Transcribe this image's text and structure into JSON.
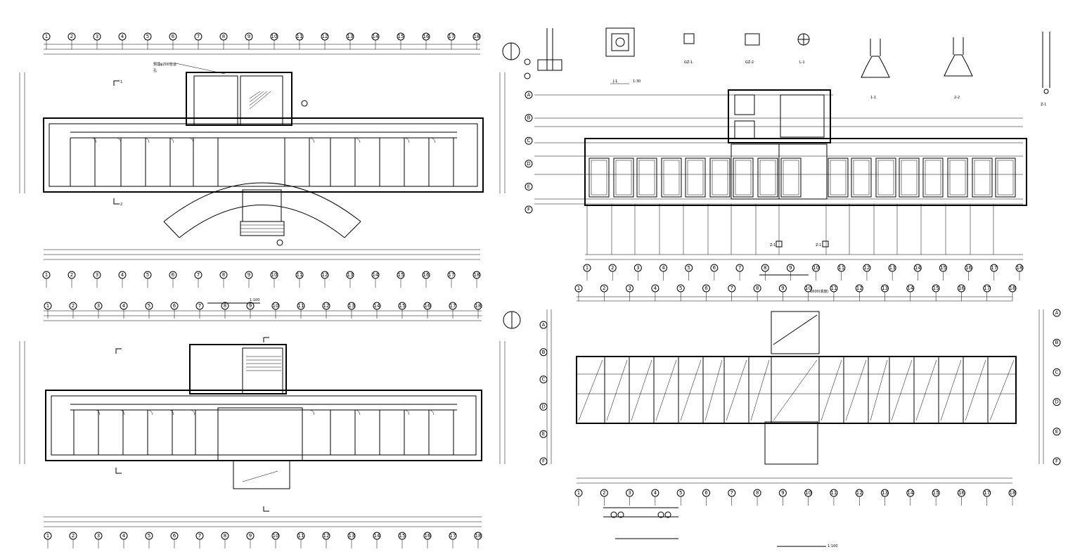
{
  "drawing": {
    "background": "#ffffff",
    "line_color": "#000000",
    "axis_numbers": [
      "1",
      "2",
      "3",
      "4",
      "5",
      "6",
      "7",
      "8",
      "9",
      "10",
      "11",
      "12",
      "13",
      "14",
      "15",
      "16",
      "17",
      "18"
    ],
    "axis_letters": [
      "A",
      "B",
      "C",
      "D",
      "E",
      "F"
    ],
    "axis_letters_short": [
      "A",
      "B",
      "C",
      "D"
    ],
    "scale_plan": "1:100",
    "scale_roof": "1:100",
    "pipe_note": "预埋φ200管道",
    "pipe_note_suffix": "孔",
    "section_marks": {
      "s1": "1",
      "s2": "2"
    },
    "details": {
      "j1_label": "J-1",
      "j1_scale": "1:30",
      "gz1": "GZ-1",
      "gz2": "GZ-2",
      "l1": "L-1",
      "s1": "1-1",
      "s2": "2-2",
      "z1": "Z-1"
    },
    "foundation_marks": {
      "z1a": "Z-1",
      "z1b": "Z-1"
    },
    "roof_top_note": "1600(高度)"
  }
}
